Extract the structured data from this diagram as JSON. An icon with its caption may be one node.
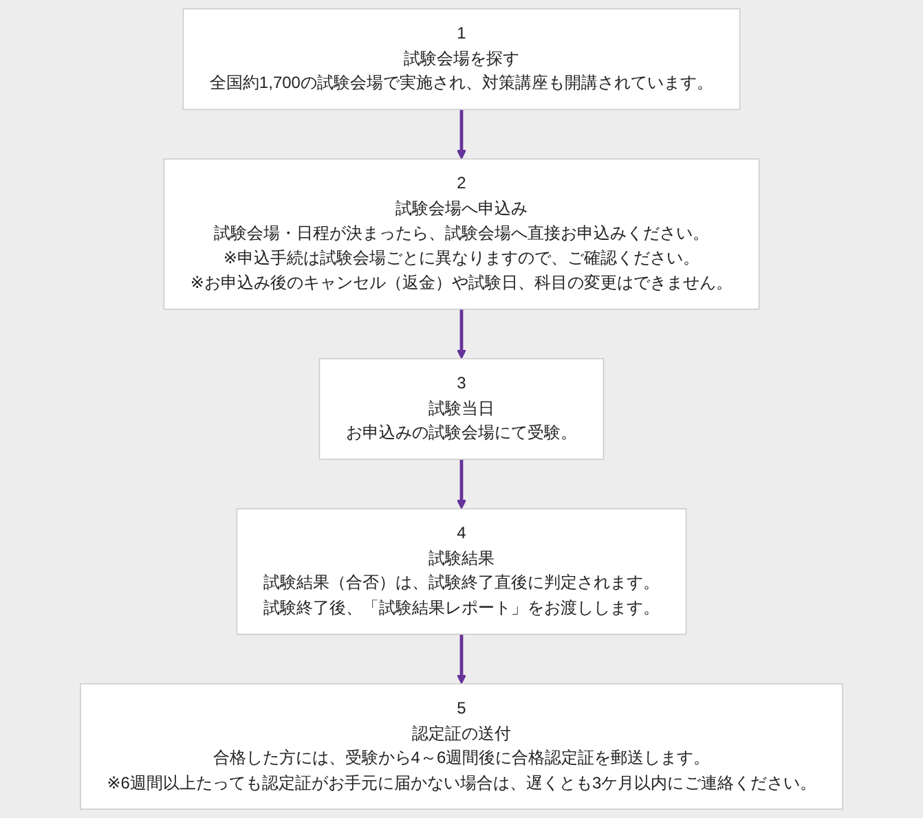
{
  "diagram": {
    "nodes": [
      {
        "text": [
          "1",
          "試験会場を探す",
          "全国約1,700の試験会場で実施され、対策講座も開講されています。"
        ]
      },
      {
        "text": [
          "2",
          "試験会場へ申込み",
          "試験会場・日程が決まったら、試験会場へ直接お申込みください。",
          "※申込手続は試験会場ごとに異なりますので、ご確認ください。",
          "※お申込み後のキャンセル（返金）や試験日、科目の変更はできません。"
        ]
      },
      {
        "text": [
          "3",
          "試験当日",
          "お申込みの試験会場にて受験。"
        ]
      },
      {
        "text": [
          "4",
          "試験結果",
          "試験結果（合否）は、試験終了直後に判定されます。",
          "試験終了後、「試験結果レポート」をお渡しします。"
        ]
      },
      {
        "text": [
          "5",
          "認定証の送付",
          "合格した方には、受験から4～6週間後に合格認定証を郵送します。",
          "※6週間以上たっても認定証がお手元に届かない場合は、遅くとも3ケ月以内にご連絡ください。"
        ]
      }
    ],
    "edges": [
      {
        "from": 0,
        "to": 1,
        "arrow": "to"
      },
      {
        "from": 1,
        "to": 2,
        "arrow": "to"
      },
      {
        "from": 2,
        "to": 3,
        "arrow": "to"
      },
      {
        "from": 3,
        "to": 4,
        "arrow": "to"
      }
    ]
  }
}
